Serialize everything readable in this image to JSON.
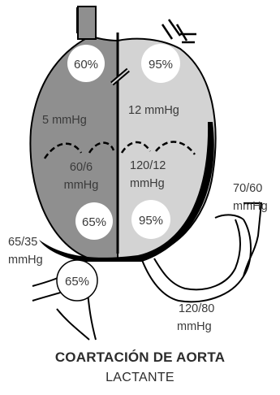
{
  "saturations": {
    "right_atrium": "60%",
    "left_atrium": "95%",
    "right_ventricle": "65%",
    "left_ventricle": "95%",
    "pulmonary_artery": "65%"
  },
  "pressures": {
    "right_atrium": "5 mmHg",
    "left_atrium": "12 mmHg",
    "right_ventricle": [
      "60/6",
      "mmHg"
    ],
    "left_ventricle": [
      "120/12",
      "mmHg"
    ],
    "pulmonary_artery": [
      "65/35",
      "mmHg"
    ],
    "aorta_proximal": [
      "70/60",
      "mmHg"
    ],
    "aorta_distal": [
      "120/80",
      "mmHg"
    ]
  },
  "caption": {
    "title": "COARTACIÓN DE AORTA",
    "subtitle": "LACTANTE"
  },
  "colors": {
    "right_heart": "#8f8f8f",
    "left_heart": "#d3d3d3",
    "outline": "#000000",
    "label_circle": "#ffffff"
  }
}
